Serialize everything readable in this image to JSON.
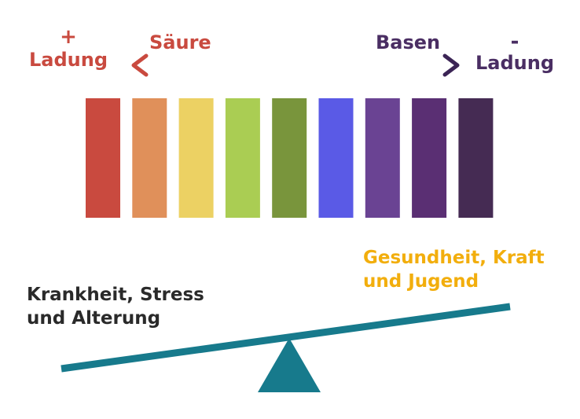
{
  "left_charge": {
    "sign": "+",
    "label": "Ladung",
    "color": "#c94a3f"
  },
  "right_charge": {
    "sign": "-",
    "label": "Ladung",
    "color": "#4a2e63"
  },
  "arrow": {
    "left_label": "Säure",
    "right_label": "Basen",
    "left_color": "#c94a3f",
    "right_color": "#4a2e63"
  },
  "spectrum": {
    "colors": [
      "#c94a3f",
      "#e0905a",
      "#ecd163",
      "#aacd53",
      "#79953c",
      "#5a5ae6",
      "#6a4393",
      "#5a2f73",
      "#452b53"
    ]
  },
  "scale": {
    "bad_line1": "Krankheit, Stress",
    "bad_line2": "und Alterung",
    "bad_color": "#2a2a2a",
    "good_line1": "Gesundheit, Kraft",
    "good_line2": "und Jugend",
    "good_color": "#f2ae0d",
    "beam_color": "#177a8c"
  }
}
